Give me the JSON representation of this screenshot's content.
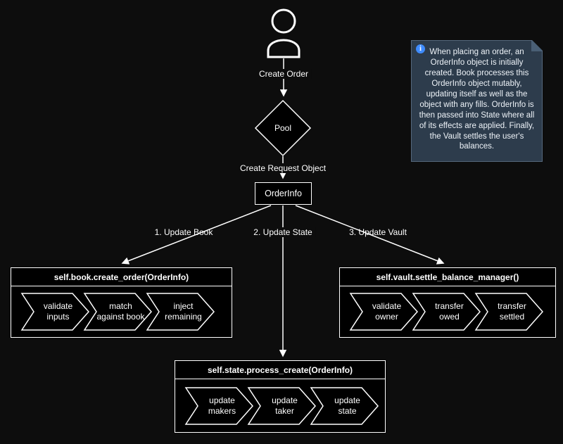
{
  "colors": {
    "background": "#0d0d0d",
    "shape_fill": "#000000",
    "stroke": "#ffffff",
    "text": "#ffffff",
    "note_bg": "#2d3c4c",
    "note_border": "#55677c",
    "info_icon_blue": "#3f8cff"
  },
  "flow": {
    "create_order_label": "Create Order",
    "pool_label": "Pool",
    "create_request_label": "Create Request Object",
    "orderinfo_label": "OrderInfo",
    "branch_labels": [
      "1. Update Book",
      "2. Update State",
      "3. Update Vault"
    ]
  },
  "note": {
    "text": "When placing an order, an OrderInfo object is initially created. Book processes this OrderInfo object mutably, updating itself as well as the object with any fills. OrderInfo is then passed into State where all of its effects are applied. Finally, the Vault settles the user's balances."
  },
  "boxes": {
    "book": {
      "title": "self.book.create_order(OrderInfo)",
      "steps": [
        {
          "l1": "validate",
          "l2": "inputs"
        },
        {
          "l1": "match",
          "l2": "against book"
        },
        {
          "l1": "inject",
          "l2": "remaining"
        }
      ]
    },
    "vault": {
      "title": "self.vault.settle_balance_manager()",
      "steps": [
        {
          "l1": "validate",
          "l2": "owner"
        },
        {
          "l1": "transfer",
          "l2": "owed"
        },
        {
          "l1": "transfer",
          "l2": "settled"
        }
      ]
    },
    "state": {
      "title": "self.state.process_create(OrderInfo)",
      "steps": [
        {
          "l1": "update",
          "l2": "makers"
        },
        {
          "l1": "update",
          "l2": "taker"
        },
        {
          "l1": "update",
          "l2": "state"
        }
      ]
    }
  }
}
